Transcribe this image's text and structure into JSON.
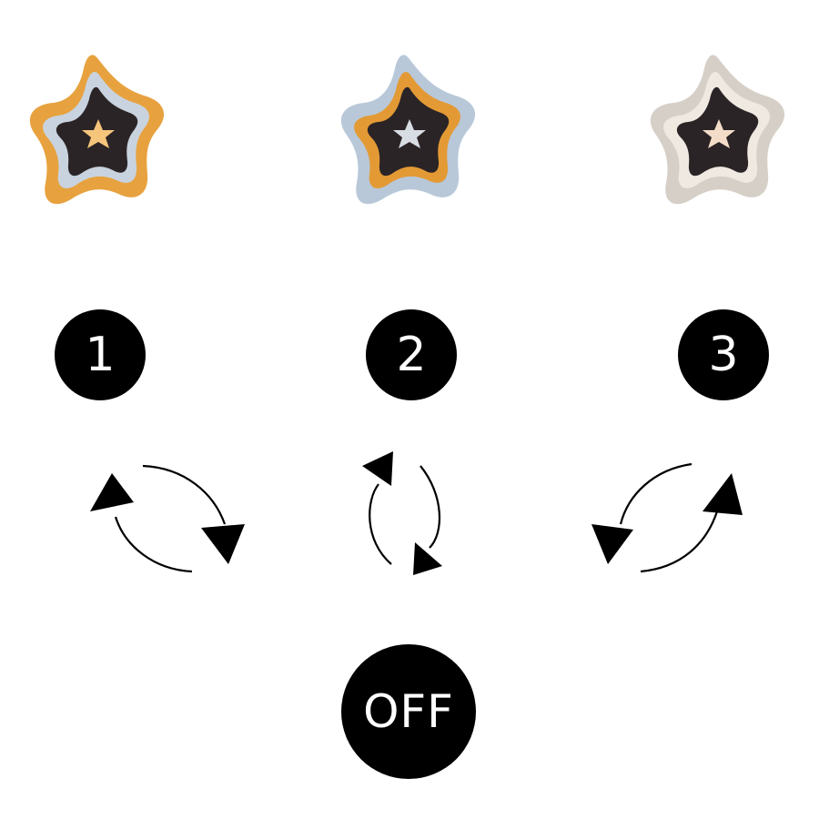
{
  "modes": [
    {
      "id": "mode-1",
      "number": "1",
      "lamp": {
        "outer": "#e7a23f",
        "middle": "#c9d3df",
        "inner": "#2b2426",
        "core": "#f5c57b"
      }
    },
    {
      "id": "mode-2",
      "number": "2",
      "lamp": {
        "outer": "#b8c8d9",
        "middle": "#e39a35",
        "inner": "#2b2426",
        "core": "#d8dde3"
      }
    },
    {
      "id": "mode-3",
      "number": "3",
      "lamp": {
        "outer": "#d6cfc7",
        "middle": "#efe9e2",
        "inner": "#2b2426",
        "core": "#f3ddc9"
      }
    }
  ],
  "off": {
    "label": "OFF"
  },
  "colors": {
    "badge_bg": "#000000",
    "badge_text": "#ffffff",
    "arrow": "#000000"
  }
}
